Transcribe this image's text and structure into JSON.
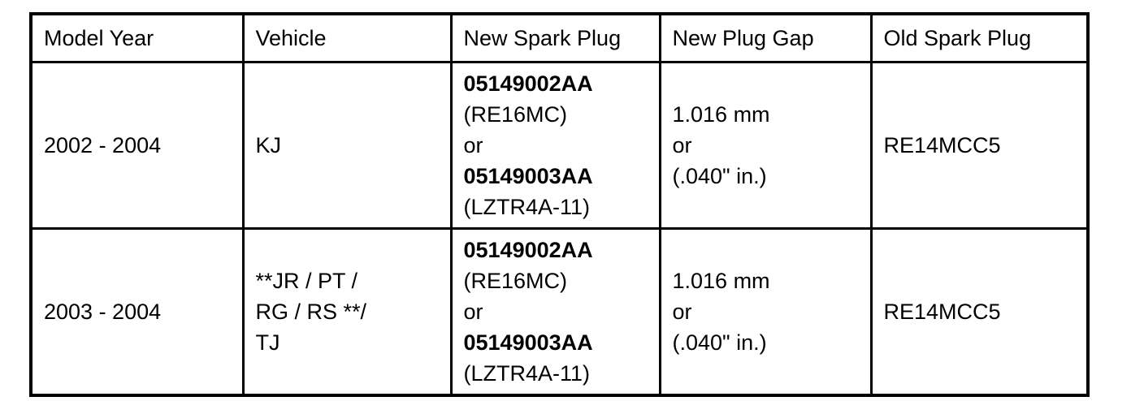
{
  "table": {
    "headers": [
      "Model Year",
      "Vehicle",
      "New Spark Plug",
      "New Plug Gap",
      "Old Spark Plug"
    ],
    "rows": [
      {
        "model_year": "2002 - 2004",
        "vehicle_lines": [
          "KJ"
        ],
        "new_spark_plug": {
          "part_1": "05149002AA",
          "part_1_code": "(RE16MC)",
          "separator": "or",
          "part_2": "05149003AA",
          "part_2_code": "(LZTR4A-11)"
        },
        "new_plug_gap": {
          "metric": "1.016 mm",
          "separator": "or",
          "imperial": "(.040\" in.)"
        },
        "old_spark_plug": "RE14MCC5"
      },
      {
        "model_year": "2003 - 2004",
        "vehicle_lines": [
          "**JR / PT /",
          "RG / RS **/",
          "TJ"
        ],
        "new_spark_plug": {
          "part_1": "05149002AA",
          "part_1_code": "(RE16MC)",
          "separator": "or",
          "part_2": "05149003AA",
          "part_2_code": "(LZTR4A-11)"
        },
        "new_plug_gap": {
          "metric": "1.016 mm",
          "separator": "or",
          "imperial": "(.040\" in.)"
        },
        "old_spark_plug": "RE14MCC5"
      }
    ]
  }
}
